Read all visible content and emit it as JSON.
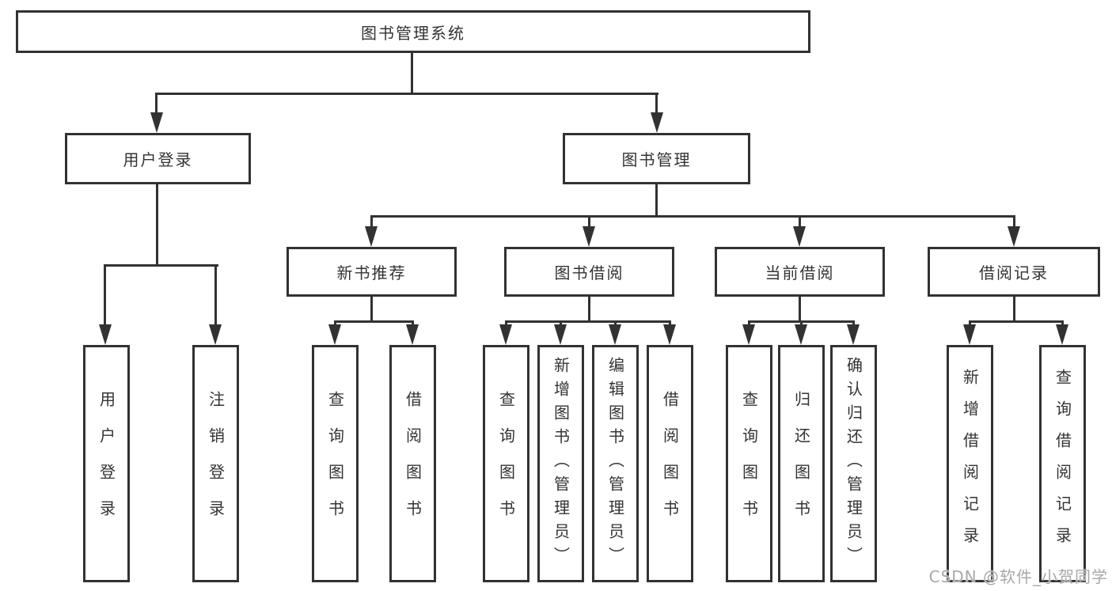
{
  "diagram": {
    "root": "图书管理系统",
    "level2": {
      "user_login": "用户登录",
      "book_management": "图书管理"
    },
    "level3": {
      "new_book": "新书推荐",
      "book_borrow": "图书借阅",
      "current_borrow": "当前借阅",
      "borrow_record": "借阅记录"
    },
    "leaves": {
      "user_login": [
        "用户登录",
        "注销登录"
      ],
      "new_book": [
        "查询图书",
        "借阅图书"
      ],
      "book_borrow": [
        "查询图书",
        "新增图书（管理员）",
        "编辑图书（管理员）",
        "借阅图书"
      ],
      "current_borrow": [
        "查询图书",
        "归还图书",
        "确认归还（管理员）"
      ],
      "borrow_record": [
        "新增借阅记录",
        "查询借阅记录"
      ]
    }
  },
  "watermark": "CSDN @软件_小贺同学",
  "colors": {
    "line": "#323232",
    "text": "#333333",
    "box_fill": "#ffffff",
    "background": "#ffffff",
    "watermark": "#a8a8a8"
  }
}
